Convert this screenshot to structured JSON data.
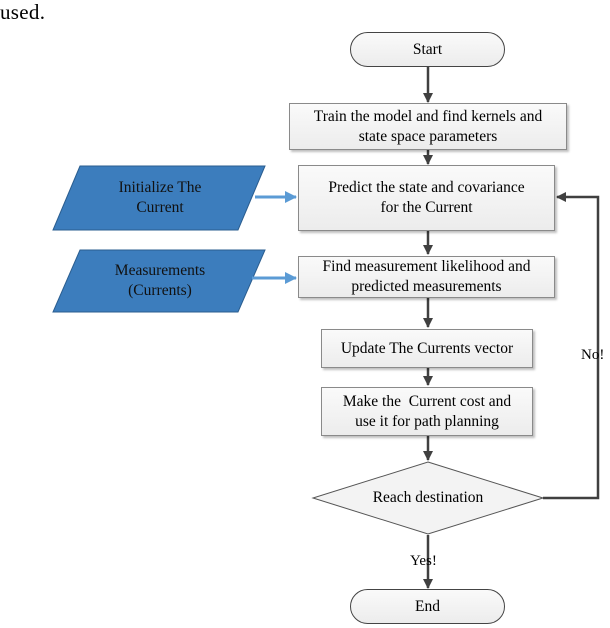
{
  "fragment_text": "used.",
  "flowchart": {
    "start": "Start",
    "train": [
      "Train the model and find kernels and",
      "state space parameters"
    ],
    "predict": [
      "Predict the state and covariance",
      "for the Current"
    ],
    "find": [
      "Find measurement likelihood and",
      "predicted measurements"
    ],
    "update": "Update The Currents vector",
    "make": [
      "Make the  Current cost and",
      "use it for path planning"
    ],
    "decision": "Reach destination",
    "end": "End",
    "yes_label": "Yes!",
    "no_label": "No!",
    "input_init": [
      "Initialize The",
      "Current"
    ],
    "input_meas": [
      "Measurements",
      "(Currents)"
    ]
  },
  "colors": {
    "input_fill": "#3c7dbd",
    "input_border": "#2a5d8f",
    "input_arrow": "#5b9bd5",
    "flow_arrow": "#404040"
  }
}
